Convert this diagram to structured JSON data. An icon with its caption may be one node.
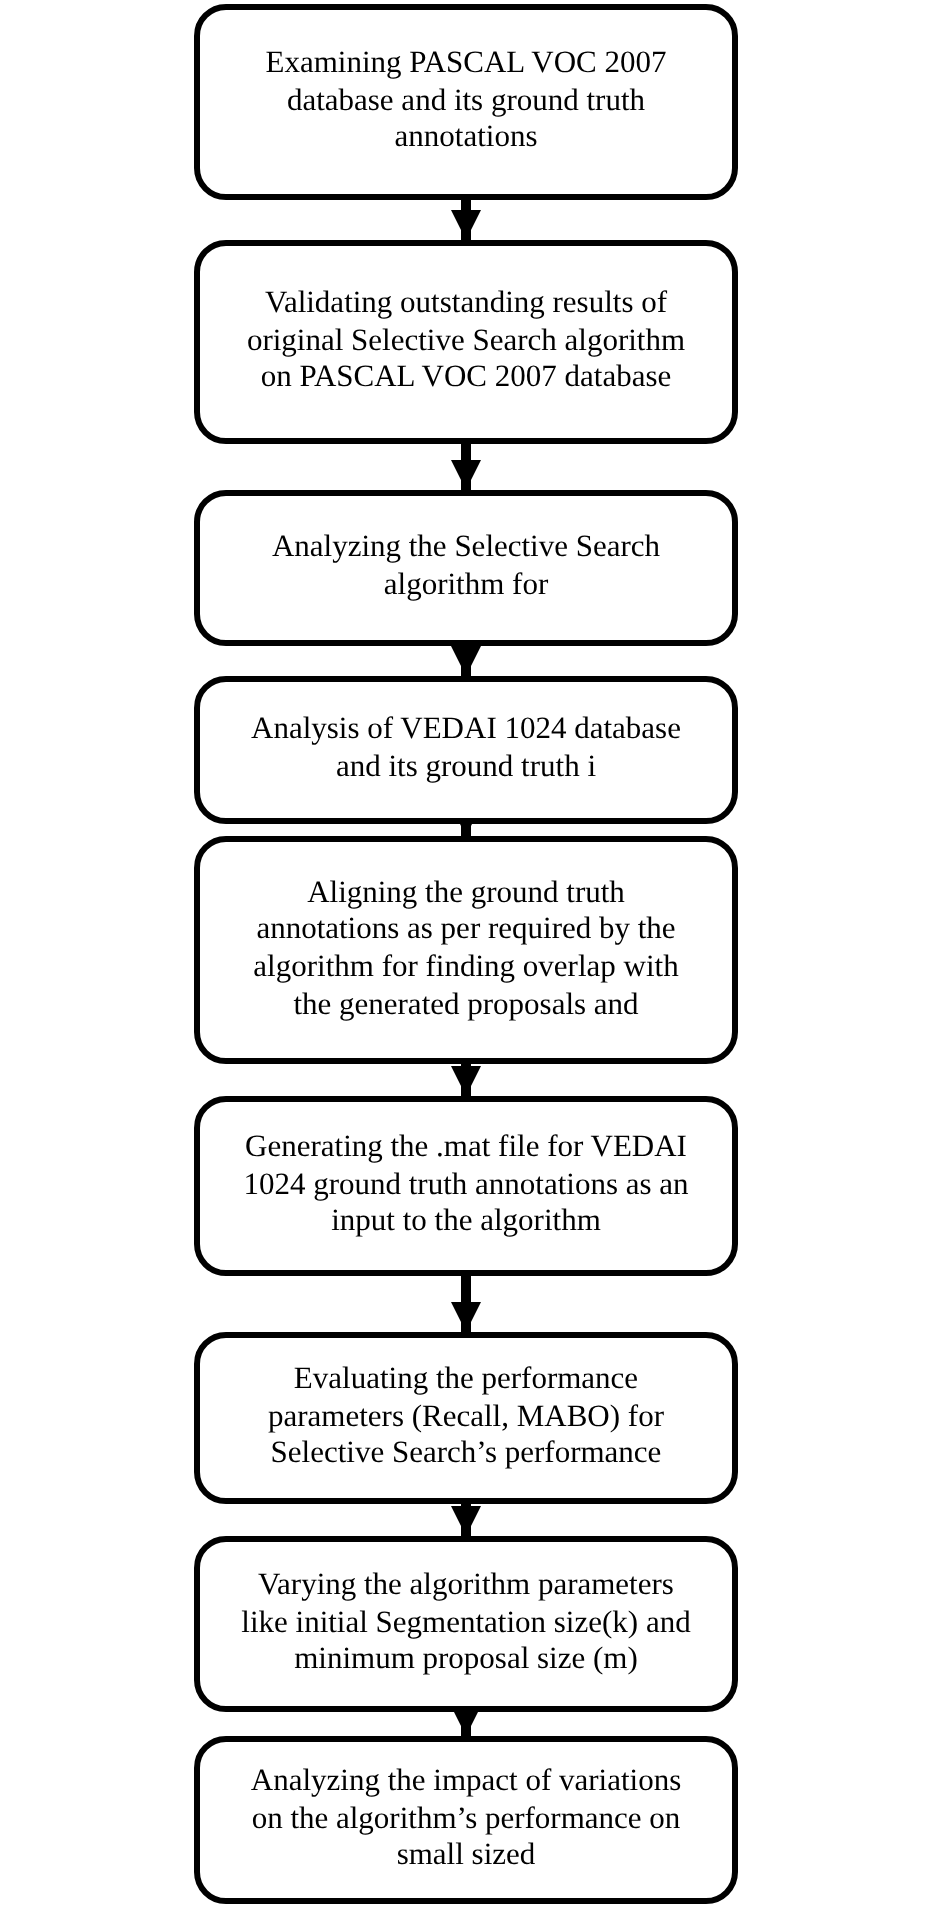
{
  "diagram": {
    "nodes": [
      {
        "text": [
          "Examining PASCAL VOC 2007 database and its ground truth annotations"
        ]
      },
      {
        "text": [
          "Validating outstanding results of original Selective Search algorithm on PASCAL VOC 2007 database"
        ]
      },
      {
        "text": [
          "Analyzing the Selective Search algorithm for"
        ]
      },
      {
        "text": [
          "Analysis of VEDAI 1024 database and its ground truth i"
        ]
      },
      {
        "text": [
          "Aligning the ground truth annotations as per required by the algorithm for finding overlap with the generated proposals and"
        ]
      },
      {
        "text": [
          "Generating the .mat file for VEDAI 1024 ground truth annotations as an input to the algorithm"
        ]
      },
      {
        "text": [
          "Evaluating the performance parameters (Recall, MABO) for Selective Search’s performance"
        ]
      },
      {
        "text": [
          "Varying the algorithm parameters like initial Segmentation size(k) and minimum proposal size (m)"
        ]
      },
      {
        "text": [
          "Analyzing the impact of variations on the algorithm’s performance on small sized"
        ]
      }
    ],
    "edges": [
      {
        "from": 0,
        "to": 1,
        "arrow": "to"
      },
      {
        "from": 1,
        "to": 2,
        "arrow": "to"
      },
      {
        "from": 2,
        "to": 3,
        "arrow": "to"
      },
      {
        "from": 3,
        "to": 4,
        "arrow": "to"
      },
      {
        "from": 4,
        "to": 5,
        "arrow": "to"
      },
      {
        "from": 5,
        "to": 6,
        "arrow": "to"
      },
      {
        "from": 6,
        "to": 7,
        "arrow": "to"
      },
      {
        "from": 7,
        "to": 8,
        "arrow": "to"
      }
    ]
  }
}
